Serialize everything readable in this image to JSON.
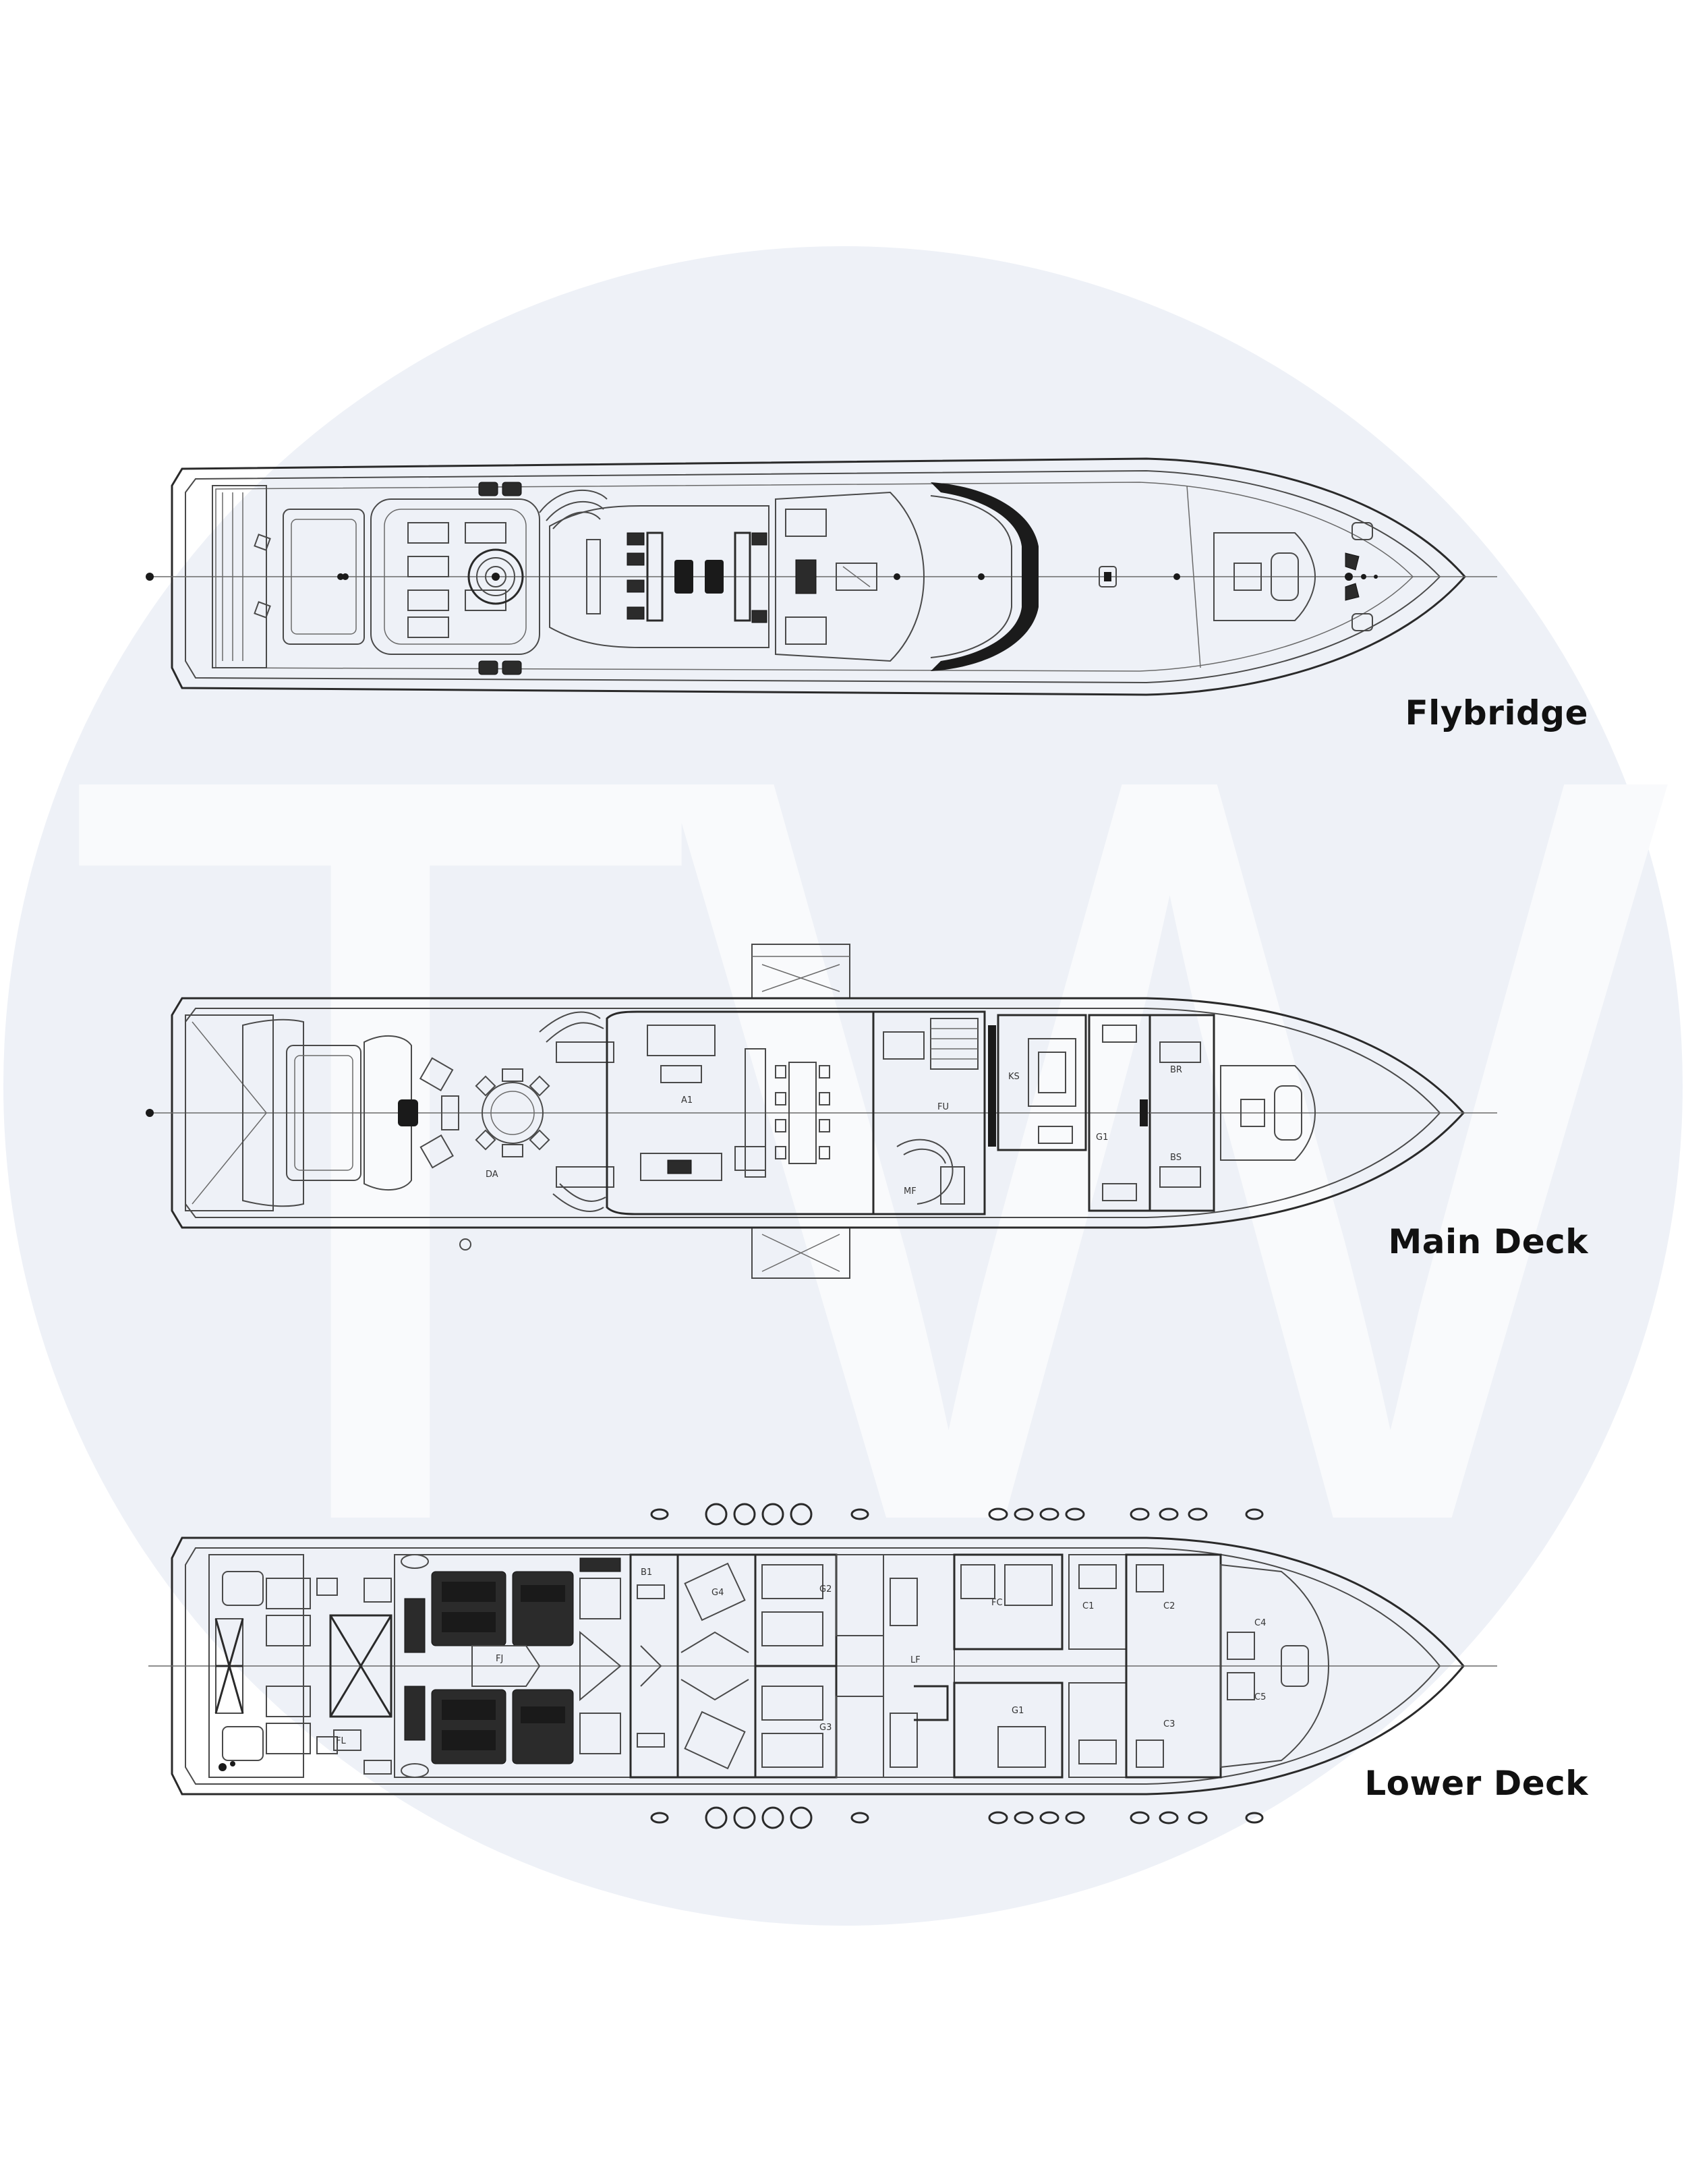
{
  "watermark": {
    "text": "TW",
    "circle_color": "#eef1f7",
    "letter_color": "#f9fafc"
  },
  "decks": [
    {
      "id": "flybridge",
      "label": "Flybridge"
    },
    {
      "id": "main",
      "label": "Main Deck",
      "rooms": [
        "A1",
        "DA",
        "FU",
        "MF",
        "KS",
        "G1",
        "BR",
        "BS"
      ]
    },
    {
      "id": "lower",
      "label": "Lower Deck",
      "rooms": [
        "FJ",
        "G4",
        "G2",
        "G3",
        "C1",
        "C2",
        "C3",
        "C4",
        "C5",
        "FC",
        "LF",
        "G1",
        "B1",
        "FL"
      ]
    }
  ]
}
